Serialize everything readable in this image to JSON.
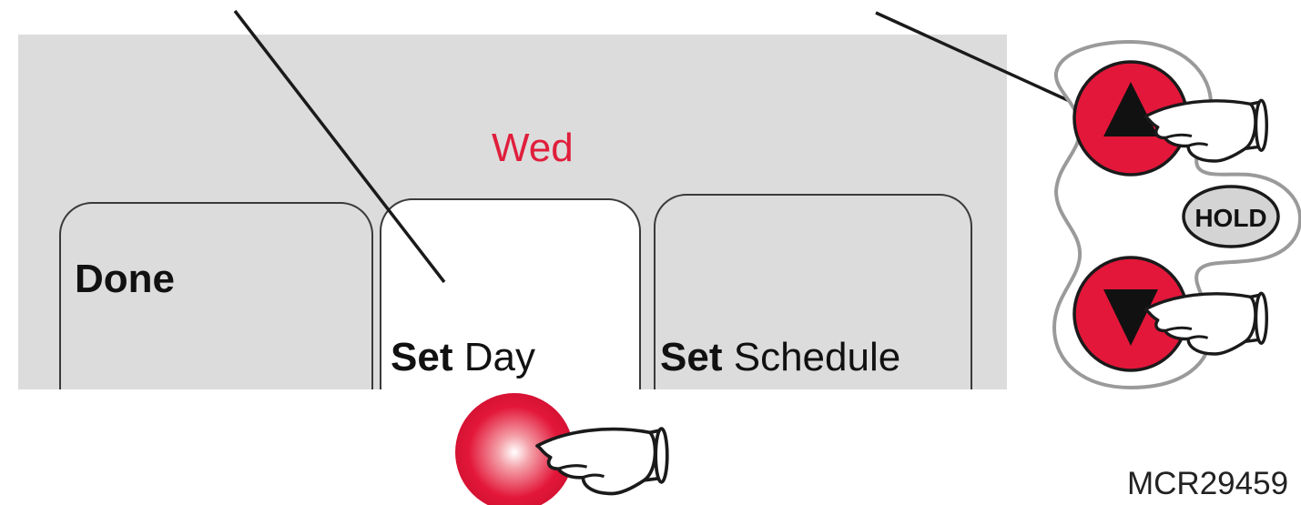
{
  "display": {
    "day": "Wed",
    "buttons": {
      "done": {
        "label": "Done"
      },
      "set_day": {
        "prefix": "Set",
        "label": "Day"
      },
      "set_schedule": {
        "prefix": "Set",
        "label": "Schedule"
      }
    }
  },
  "side_controls": {
    "hold_label": "HOLD",
    "up_icon": "triangle-up-icon",
    "down_icon": "triangle-down-icon"
  },
  "colors": {
    "accent_red": "#e3173a",
    "screen_gray": "#dcdcdc",
    "day_text": "#e01e3c"
  },
  "figure_code": "MCR29459"
}
